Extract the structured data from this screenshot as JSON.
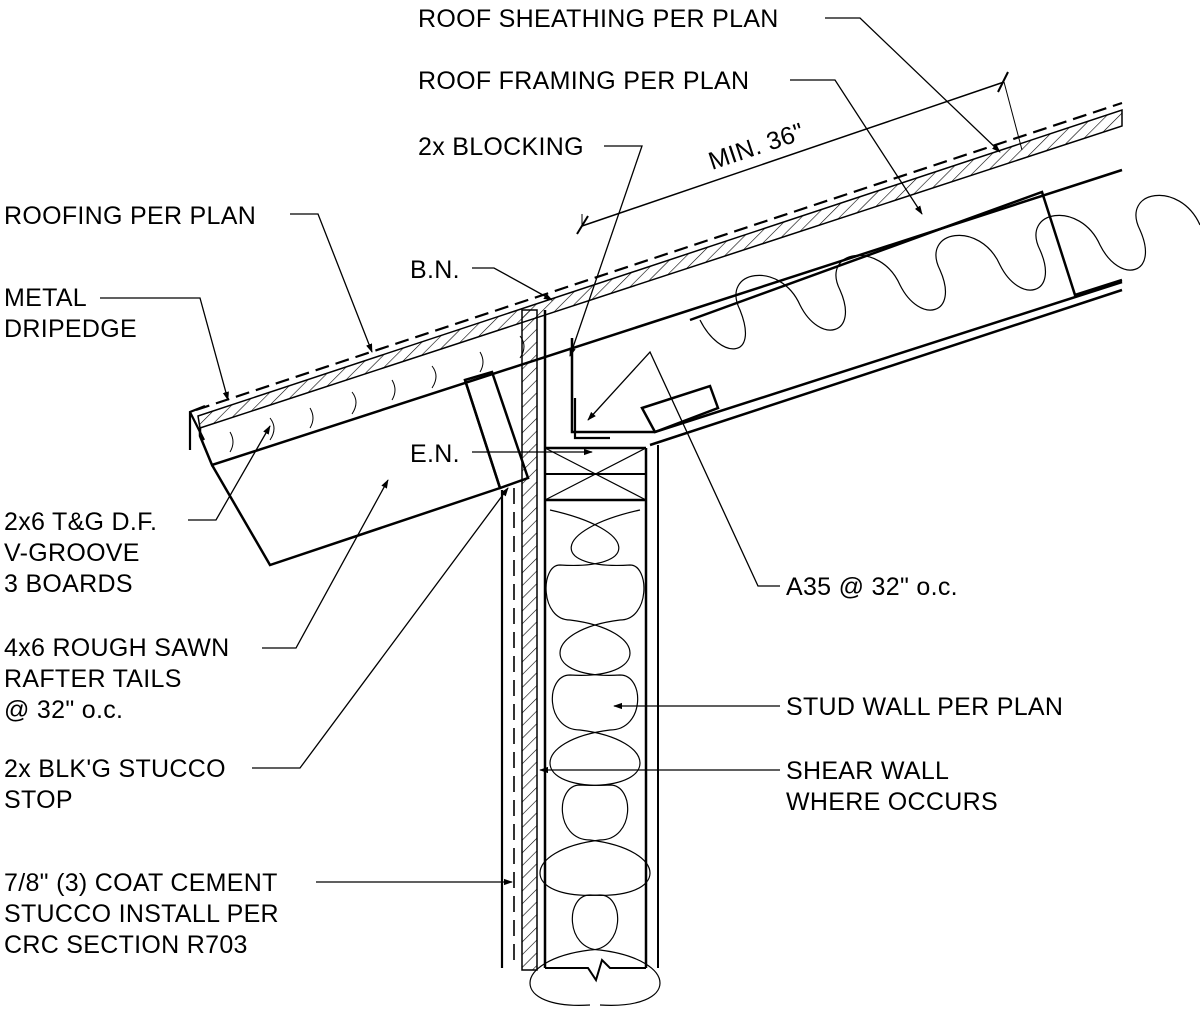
{
  "labels": {
    "roof_sheathing": [
      "ROOF SHEATHING PER PLAN"
    ],
    "roof_framing": [
      "ROOF FRAMING PER PLAN"
    ],
    "min_dim": [
      "MIN. 36\""
    ],
    "blocking": [
      "2x BLOCKING"
    ],
    "roofing": [
      "ROOFING PER PLAN"
    ],
    "metal_dripedge": [
      "METAL",
      "DRIPEDGE"
    ],
    "bn": [
      "B.N."
    ],
    "en": [
      "E.N."
    ],
    "t_and_g": [
      "2x6 T&G D.F.",
      "V-GROOVE",
      "3 BOARDS"
    ],
    "rafter_tails": [
      "4x6 ROUGH SAWN",
      "RAFTER TAILS",
      "@ 32\" o.c."
    ],
    "blkg_stucco": [
      "2x BLK'G STUCCO",
      "STOP"
    ],
    "cement_stucco": [
      "7/8\" (3) COAT CEMENT",
      "STUCCO INSTALL PER",
      "CRC  SECTION R703"
    ],
    "a35": [
      "A35 @ 32\" o.c."
    ],
    "stud_wall": [
      "STUD WALL PER PLAN"
    ],
    "shear_wall": [
      "SHEAR WALL",
      "WHERE OCCURS"
    ]
  }
}
